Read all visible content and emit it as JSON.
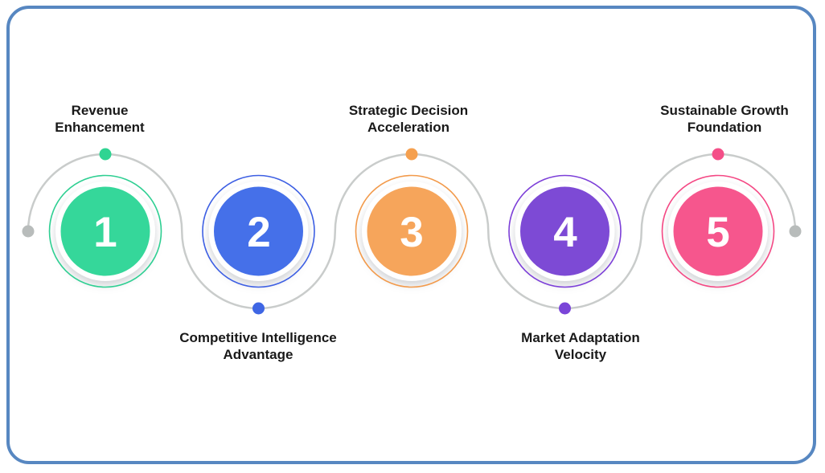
{
  "figure": {
    "type": "process-steps-infographic",
    "description": "Five-step numbered process connected by a serpentine line"
  },
  "card": {
    "background": "#ffffff",
    "border_color": "#5787c1"
  },
  "line": {
    "color": "#c9cccb",
    "endpoint_dot_color": "#b8bcbb"
  },
  "text_color": "#191919",
  "steps": [
    {
      "number": "1",
      "label": "Revenue Enhancement",
      "label_lines": [
        "Revenue",
        "Enhancement"
      ],
      "label_position": "top",
      "fill": "#35d79a",
      "ring": "#2ecf92",
      "dot": "#2fd492"
    },
    {
      "number": "2",
      "label": "Competitive Intelligence Advantage",
      "label_lines": [
        "Competitive Intelligence",
        "Advantage"
      ],
      "label_position": "bottom",
      "fill": "#4570e9",
      "ring": "#3d5fe3",
      "dot": "#3f66e4"
    },
    {
      "number": "3",
      "label": "Strategic Decision Acceleration",
      "label_lines": [
        "Strategic Decision",
        "Acceleration"
      ],
      "label_position": "top",
      "fill": "#f6a55b",
      "ring": "#f29a4b",
      "dot": "#f5a04f"
    },
    {
      "number": "4",
      "label": "Market Adaptation Velocity",
      "label_lines": [
        "Market Adaptation",
        "Velocity"
      ],
      "label_position": "bottom",
      "fill": "#7d4ad5",
      "ring": "#7c3fd8",
      "dot": "#7a45d8"
    },
    {
      "number": "5",
      "label": "Sustainable Growth Foundation",
      "label_lines": [
        "Sustainable Growth",
        "Foundation"
      ],
      "label_position": "top",
      "fill": "#f6568d",
      "ring": "#f44884",
      "dot": "#f44f88"
    }
  ]
}
